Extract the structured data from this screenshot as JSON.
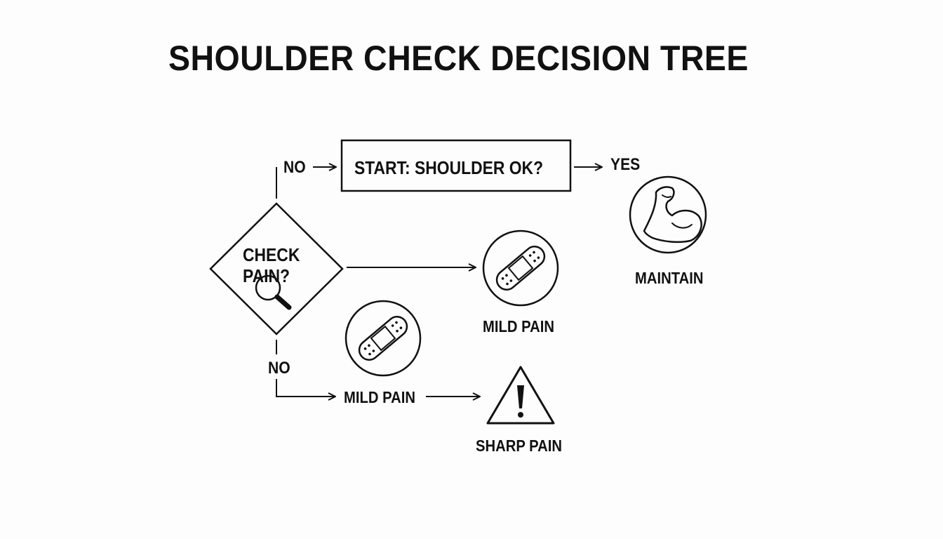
{
  "title": "SHOULDER CHECK DECISION TREE",
  "nodes": {
    "start": "START: SHOULDER OK?",
    "check": "CHECK PAIN?",
    "maintain": "MAINTAIN",
    "mild_pain_right": "MILD PAIN",
    "mild_pain_bottom": "MILD PAIN",
    "sharp_pain": "SHARP PAIN"
  },
  "edges": {
    "top_no": "NO",
    "yes": "YES",
    "bottom_no": "NO"
  },
  "icons": [
    "bicep-icon",
    "bandage-icon",
    "bandage-icon",
    "warning-icon",
    "magnifier-icon"
  ],
  "colors": {
    "ink": "#111111",
    "background": "#fdfdfd"
  }
}
